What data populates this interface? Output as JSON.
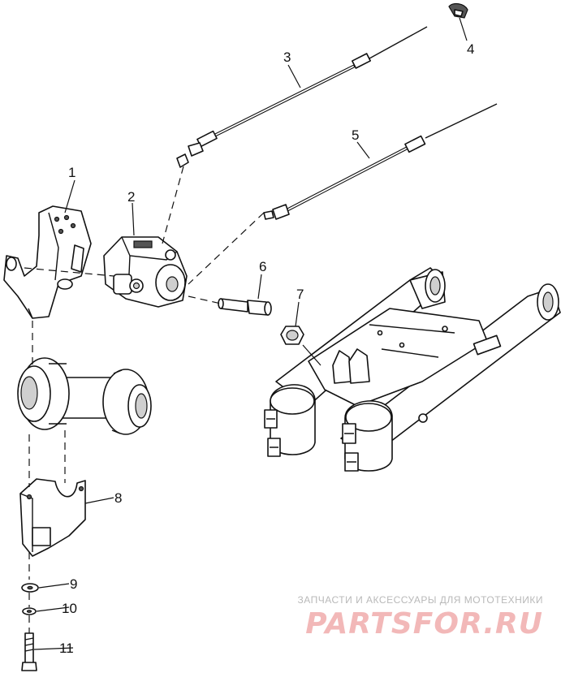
{
  "callouts": [
    {
      "id": "callout-1",
      "number": "1"
    },
    {
      "id": "callout-2",
      "number": "2"
    },
    {
      "id": "callout-3",
      "number": "3"
    },
    {
      "id": "callout-4",
      "number": "4"
    },
    {
      "id": "callout-5",
      "number": "5"
    },
    {
      "id": "callout-6",
      "number": "6"
    },
    {
      "id": "callout-7",
      "number": "7"
    },
    {
      "id": "callout-8",
      "number": "8"
    },
    {
      "id": "callout-9",
      "number": "9"
    },
    {
      "id": "callout-10",
      "number": "10"
    },
    {
      "id": "callout-11",
      "number": "11"
    }
  ],
  "watermark": {
    "tagline": "ЗАПЧАСТИ И АКСЕССУАРЫ ДЛЯ МОТОТЕХНИКИ",
    "logo": "PARTSFOR.RU",
    "logo_color": "#f2b8b8",
    "tagline_color": "#b9b9b9"
  }
}
